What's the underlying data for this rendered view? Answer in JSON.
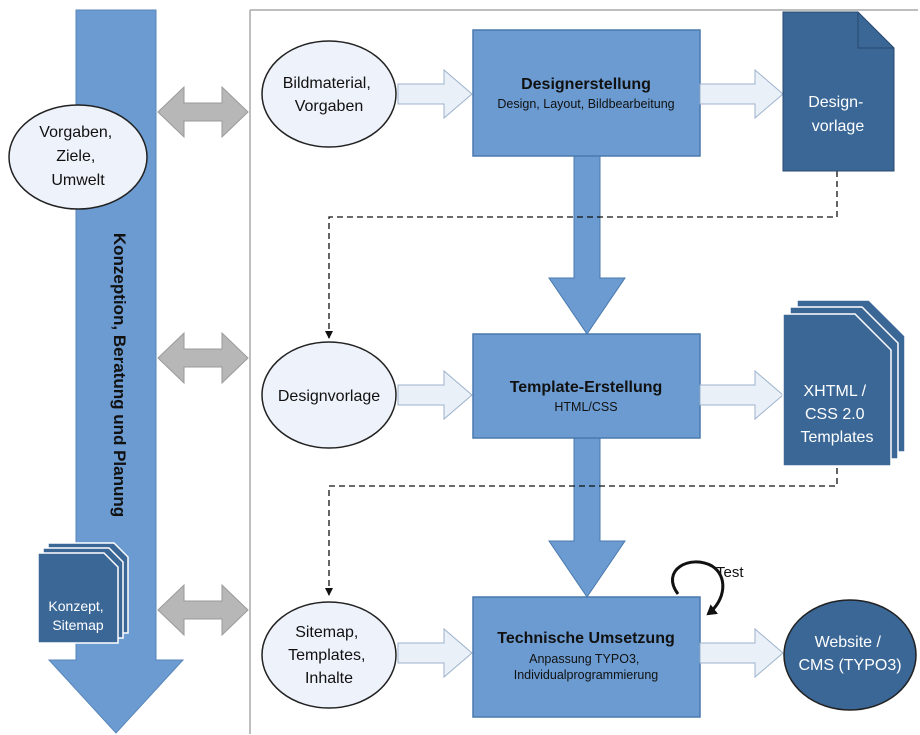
{
  "sidebar": {
    "label": "Konzeption, Beratung und Planung",
    "ellipse_lines": [
      "Vorgaben,",
      "Ziele,",
      "Umwelt"
    ],
    "docs_lines": [
      "Konzept,",
      "Sitemap"
    ]
  },
  "row1": {
    "input_lines": [
      "Bildmaterial,",
      "Vorgaben"
    ],
    "process_title": "Designerstellung",
    "process_sub": [
      "Design, Layout, Bildbearbeitung"
    ],
    "output_lines": [
      "Design-",
      "vorlage"
    ]
  },
  "row2": {
    "input_lines": [
      "Designvorlage"
    ],
    "process_title": "Template-Erstellung",
    "process_sub": [
      "HTML/CSS"
    ],
    "output_lines": [
      "XHTML /",
      "CSS 2.0",
      "Templates"
    ]
  },
  "row3": {
    "input_lines": [
      "Sitemap,",
      "Templates,",
      "Inhalte"
    ],
    "process_title": "Technische Umsetzung",
    "process_sub": [
      "Anpassung TYPO3,",
      "Individualprogrammierung"
    ],
    "output_lines": [
      "Website /",
      "CMS (TYPO3)"
    ],
    "loop_label": "Test"
  },
  "colors": {
    "process_fill": "#6b9bd1",
    "process_stroke": "#4a79ad",
    "doc_fill": "#3b6797",
    "ellipse_fill": "#eef2fa",
    "arrow_fill": "#eaf0f8",
    "gray_arrow": "#b7b7b7",
    "line": "#222222"
  }
}
